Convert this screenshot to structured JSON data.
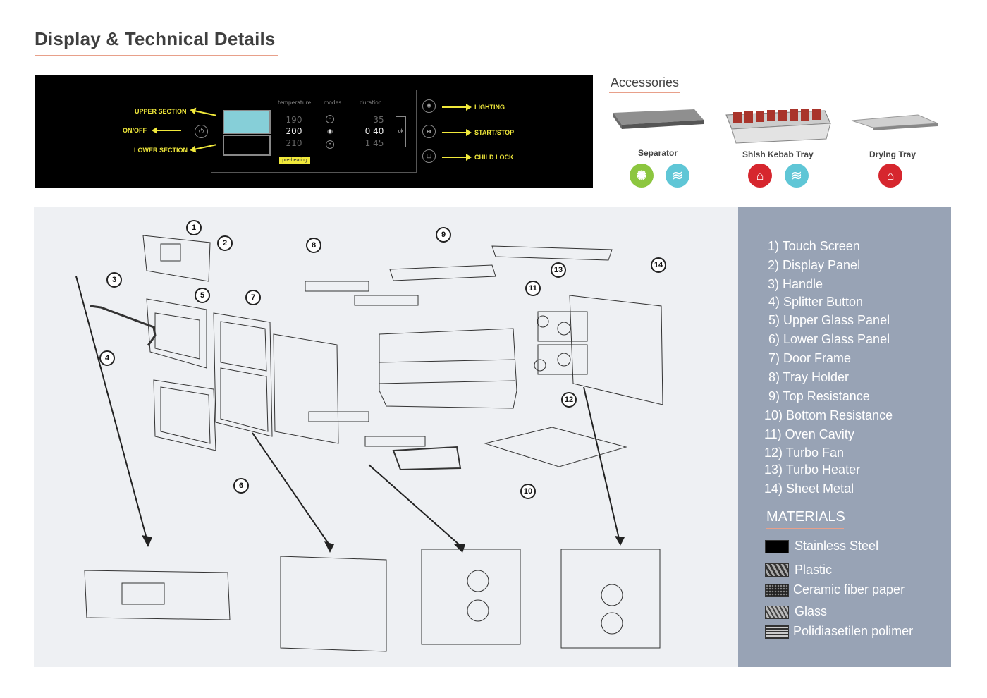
{
  "page_title": "Display & Technical Details",
  "control_panel": {
    "upper_section": "UPPER SECTION",
    "on_off": "ON/OFF",
    "lower_section": "LOWER SECTION",
    "lighting": "LIGHTING",
    "start_stop": "START/STOP",
    "child_lock": "CHILD LOCK",
    "col_temperature": "temperature",
    "col_modes": "modes",
    "col_duration": "duration",
    "temp_values": [
      "190",
      "200",
      "210"
    ],
    "duration_values": [
      "35",
      "0 40",
      "1 45"
    ],
    "preheating": "pre-heating",
    "ok": "ok"
  },
  "accessories": {
    "title": "Accessories",
    "items": [
      {
        "name": "Separator",
        "icons": [
          "lightbulb-icon",
          "dish-wash-icon"
        ]
      },
      {
        "name": "Shlsh Kebab Tray",
        "icons": [
          "house-icon",
          "dish-wash-icon"
        ]
      },
      {
        "name": "Drylng Tray",
        "icons": [
          "house-icon"
        ]
      }
    ],
    "colors": {
      "green": "#8cc63f",
      "cyan": "#5fc6d6",
      "red": "#d6262e"
    }
  },
  "callouts": [
    "1",
    "2",
    "3",
    "4",
    "5",
    "6",
    "7",
    "8",
    "9",
    "10",
    "11",
    "12",
    "13",
    "14"
  ],
  "parts": [
    "1) Touch Screen",
    "2) Display Panel",
    "3) Handle",
    "4) Splitter Button",
    "5) Upper Glass Panel",
    "6) Lower Glass Panel",
    "7) Door Frame",
    "8) Tray Holder",
    "9) Top Resistance",
    "10) Bottom Resistance",
    "11) Oven Cavity",
    "12) Turbo Fan",
    "13) Turbo Heater",
    "14) Sheet Metal"
  ],
  "materials": {
    "title": "MATERIALS",
    "items": [
      "Stainless Steel",
      "Plastic",
      "Ceramic fiber paper",
      "Glass",
      "Polidiasetilen polimer"
    ]
  }
}
